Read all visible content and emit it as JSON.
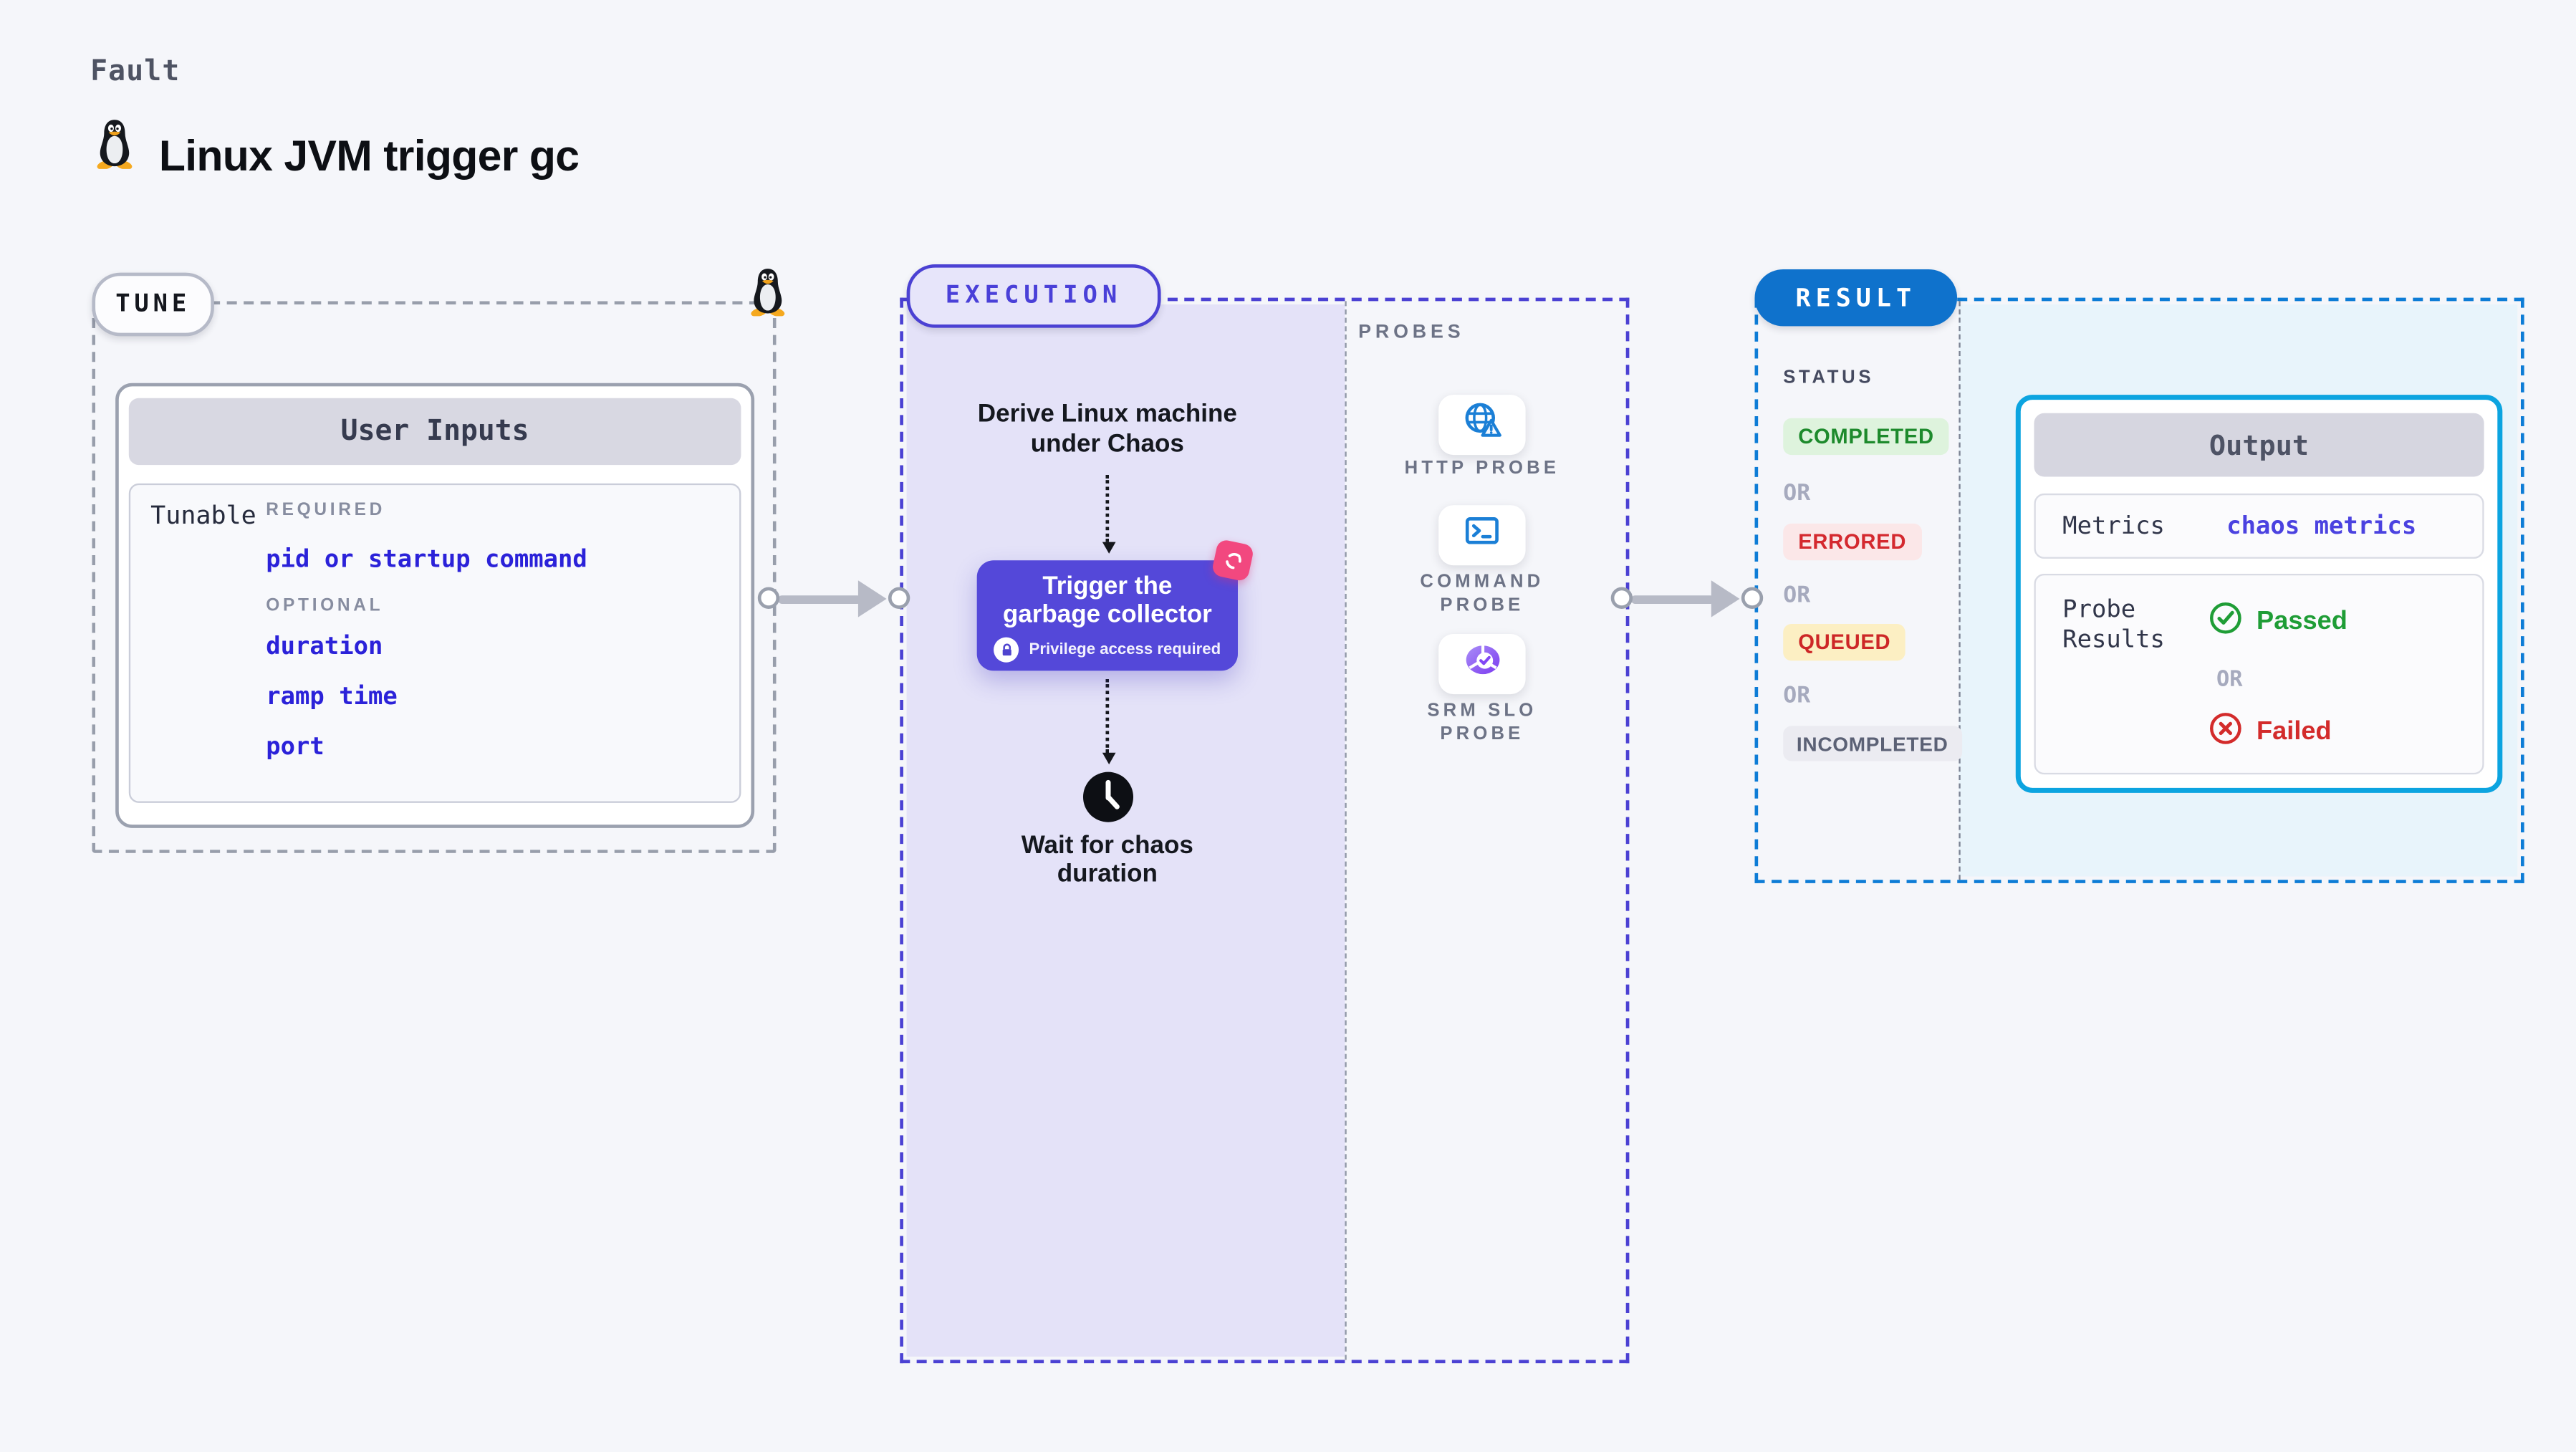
{
  "header": {
    "kicker": "Fault",
    "title": "Linux JVM trigger gc",
    "icon": "tux-penguin-icon"
  },
  "tune": {
    "pill": "TUNE",
    "corner_icon": "tux-penguin-icon",
    "card_header": "User Inputs",
    "row_label": "Tunable",
    "required_label": "REQUIRED",
    "required_value": "pid or startup command",
    "optional_label": "OPTIONAL",
    "optional_values": [
      "duration",
      "ramp time",
      "port"
    ]
  },
  "execution": {
    "pill": "EXECUTION",
    "derive": {
      "line1": "Derive Linux machine",
      "line2": "under Chaos"
    },
    "trigger": {
      "line1": "Trigger the",
      "line2": "garbage collector",
      "privilege": "Privilege access required",
      "badge_icon": "chaos-logo-icon",
      "privilege_icon": "lock-icon"
    },
    "wait": {
      "line1": "Wait for chaos",
      "line2": "duration",
      "icon": "clock-icon"
    },
    "probes": {
      "label": "PROBES",
      "items": [
        {
          "icon": "globe-alert-icon",
          "lines": [
            "HTTP PROBE"
          ]
        },
        {
          "icon": "terminal-icon",
          "lines": [
            "COMMAND",
            "PROBE"
          ]
        },
        {
          "icon": "donut-check-icon",
          "lines": [
            "SRM SLO",
            "PROBE"
          ]
        }
      ]
    }
  },
  "result": {
    "pill": "RESULT",
    "status": {
      "label": "STATUS",
      "or": "OR",
      "badges": [
        "COMPLETED",
        "ERRORED",
        "QUEUED",
        "INCOMPLETED"
      ]
    },
    "output": {
      "header": "Output",
      "metrics_label": "Metrics",
      "metrics_value": "chaos metrics",
      "probe_label_line1": "Probe",
      "probe_label_line2": "Results",
      "or": "OR",
      "passed": "Passed",
      "failed": "Failed",
      "passed_icon": "check-circle-icon",
      "failed_icon": "x-circle-icon"
    }
  },
  "colors": {
    "page_bg": "#f5f6fa",
    "tune_dash": "#989eab",
    "execution_accent": "#4b41d3",
    "execution_panel": "#e4e2f8",
    "trigger_purple": "#5448d9",
    "chaos_pink": "#f2487f",
    "probe_icon_blue": "#1b7fd6",
    "srm_purple": "#7c3bf0",
    "result_dash_blue": "#0d7cd6",
    "result_pill_blue": "#0f72cc",
    "result_panel": "#e8f4fb",
    "output_border_cyan": "#0ca4e0",
    "value_blue": "#2b22d9",
    "completed_green": "#1d8a2c",
    "errored_red": "#d4292f",
    "queued_red": "#cd2727",
    "incompleted_gray": "#5b6175",
    "passed_green": "#1f9d36",
    "failed_red": "#d32b2b"
  }
}
